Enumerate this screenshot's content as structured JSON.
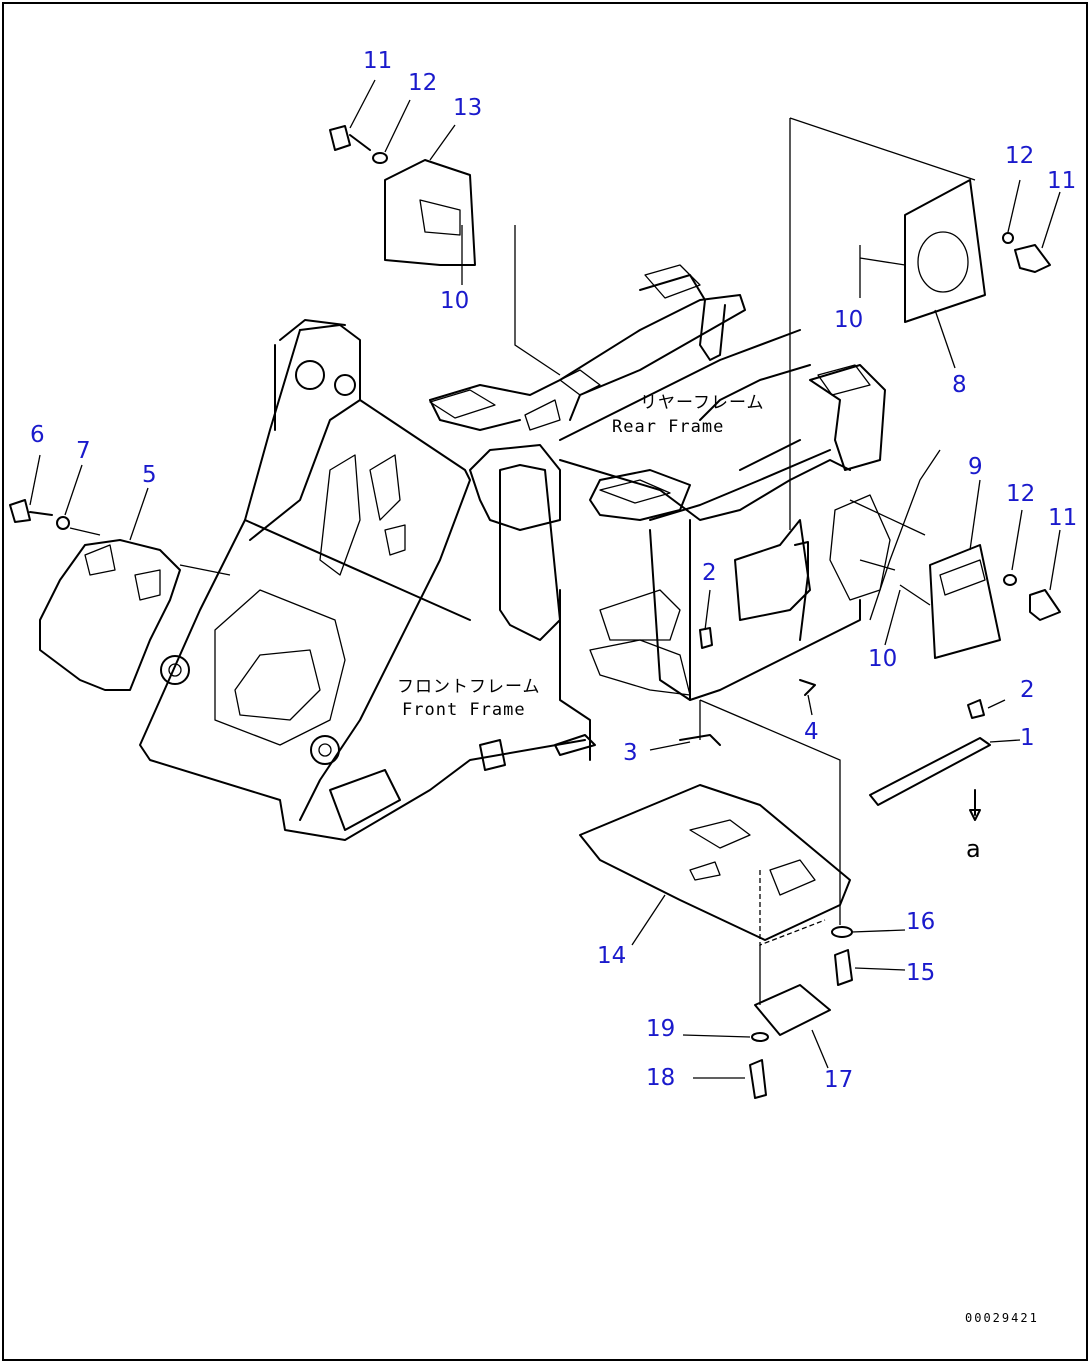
{
  "diagram": {
    "callouts": [
      {
        "id": "c11a",
        "text": "11"
      },
      {
        "id": "c12a",
        "text": "12"
      },
      {
        "id": "c13",
        "text": "13"
      },
      {
        "id": "c10a",
        "text": "10"
      },
      {
        "id": "c12b",
        "text": "12"
      },
      {
        "id": "c11b",
        "text": "11"
      },
      {
        "id": "c10b",
        "text": "10"
      },
      {
        "id": "c8",
        "text": "8"
      },
      {
        "id": "c6",
        "text": "6"
      },
      {
        "id": "c7",
        "text": "7"
      },
      {
        "id": "c5",
        "text": "5"
      },
      {
        "id": "c9",
        "text": "9"
      },
      {
        "id": "c12c",
        "text": "12"
      },
      {
        "id": "c11c",
        "text": "11"
      },
      {
        "id": "c2a",
        "text": "2"
      },
      {
        "id": "c10c",
        "text": "10"
      },
      {
        "id": "c2b",
        "text": "2"
      },
      {
        "id": "c1",
        "text": "1"
      },
      {
        "id": "c4",
        "text": "4"
      },
      {
        "id": "c3",
        "text": "3"
      },
      {
        "id": "c14",
        "text": "14"
      },
      {
        "id": "c16",
        "text": "16"
      },
      {
        "id": "c15",
        "text": "15"
      },
      {
        "id": "c19",
        "text": "19"
      },
      {
        "id": "c17",
        "text": "17"
      },
      {
        "id": "c18",
        "text": "18"
      }
    ],
    "frame_labels": {
      "rear_jp": "リヤーフレーム",
      "rear_en": "Rear Frame",
      "front_jp": "フロントフレーム",
      "front_en": "Front Frame"
    },
    "view_letter": "a",
    "drawing_code": "00029421"
  }
}
